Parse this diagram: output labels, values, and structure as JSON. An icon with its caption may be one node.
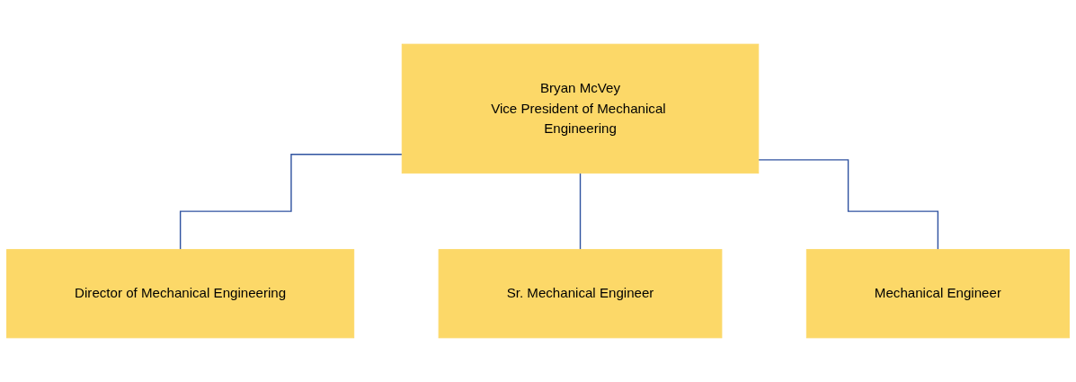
{
  "diagram": {
    "nodes": [
      {
        "text": [
          "Bryan McVey",
          "Vice President of Mechanical Engineering"
        ]
      },
      {
        "text": [
          "Director of Mechanical Engineering"
        ]
      },
      {
        "text": [
          "Sr. Mechanical Engineer"
        ]
      },
      {
        "text": [
          "Mechanical Engineer"
        ]
      }
    ],
    "edges": [
      {
        "from": 0,
        "to": 1,
        "arrow": "none"
      },
      {
        "from": 0,
        "to": 2,
        "arrow": "none"
      },
      {
        "from": 0,
        "to": 3,
        "arrow": "none"
      }
    ]
  }
}
